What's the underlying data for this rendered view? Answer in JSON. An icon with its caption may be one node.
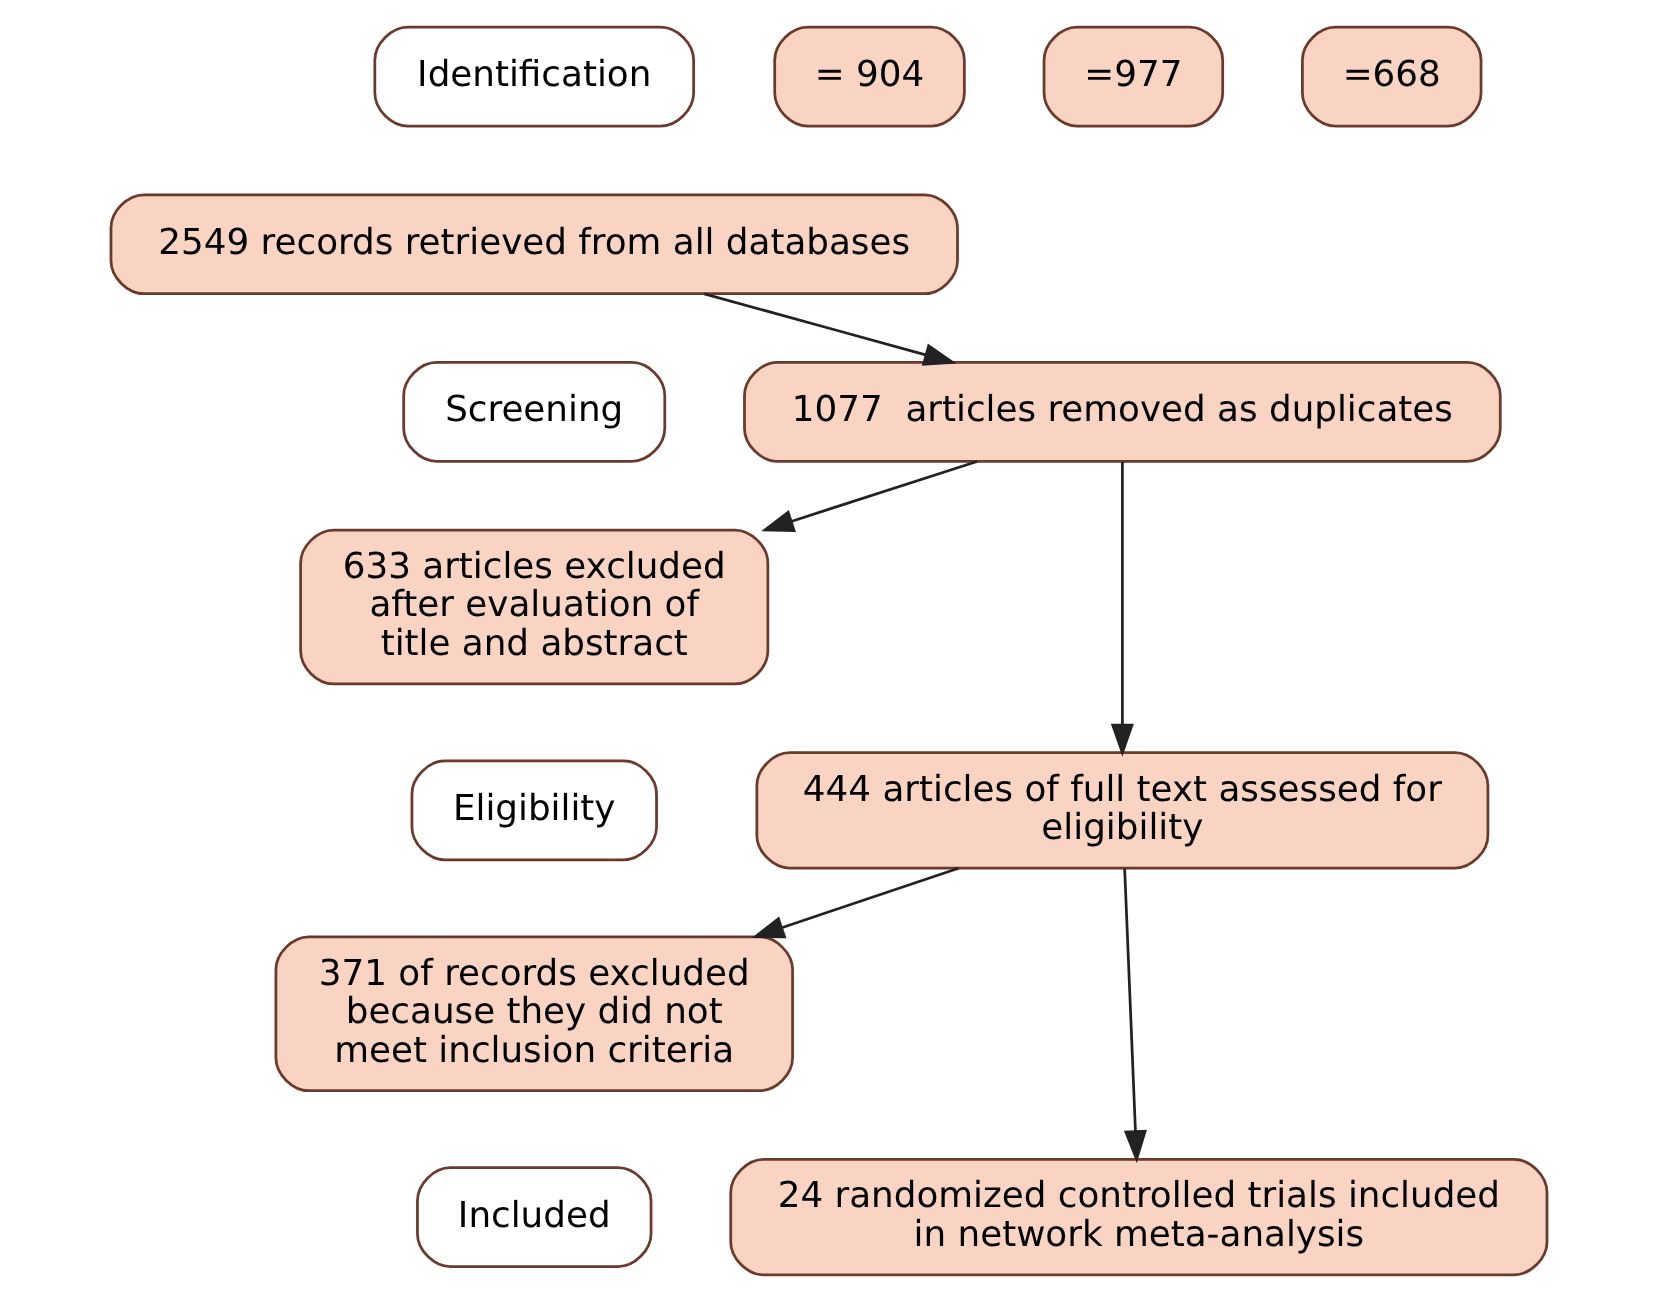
{
  "diagram": {
    "nodes": [
      {
        "text": [
          "Identification"
        ]
      },
      {
        "text": [
          "= 904"
        ]
      },
      {
        "text": [
          "=977"
        ]
      },
      {
        "text": [
          "=668"
        ]
      },
      {
        "text": [
          "2549 records retrieved from all databases"
        ]
      },
      {
        "text": [
          "Screening"
        ]
      },
      {
        "text": [
          "1077  articles removed as duplicates"
        ]
      },
      {
        "text": [
          "633 articles excluded after evaluation of title and abstract"
        ]
      },
      {
        "text": [
          "Eligibility"
        ]
      },
      {
        "text": [
          "444 articles of full text assessed for eligibility"
        ]
      },
      {
        "text": [
          "371 of records excluded because they did not meet inclusion criteria"
        ]
      },
      {
        "text": [
          "Included"
        ]
      },
      {
        "text": [
          "24 randomized controlled trials included in network meta-analysis"
        ]
      }
    ],
    "edges": [
      {
        "from": 4,
        "to": 6,
        "arrow": "to"
      },
      {
        "from": 6,
        "to": 9,
        "arrow": "to"
      },
      {
        "from": 6,
        "to": 7,
        "arrow": "to"
      },
      {
        "from": 9,
        "to": 12,
        "arrow": "to"
      },
      {
        "from": 9,
        "to": 10,
        "arrow": "to"
      }
    ]
  }
}
